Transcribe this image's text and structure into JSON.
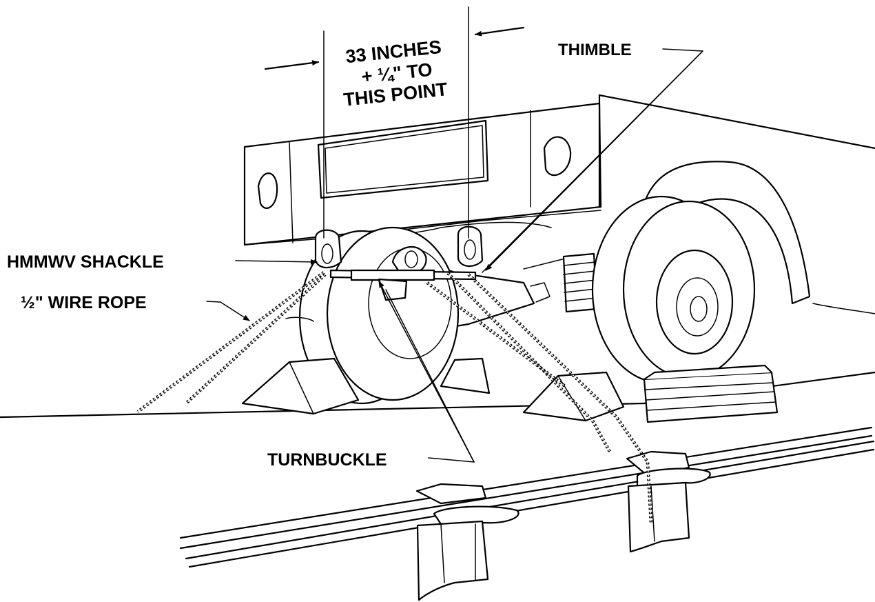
{
  "labels": {
    "dimension_line1": "33 INCHES",
    "dimension_line2": "+ ¼\" TO",
    "dimension_line3": "THIS POINT",
    "thimble": "THIMBLE",
    "hmmwv_shackle": "HMMWV SHACKLE",
    "wire_rope": "½\" WIRE ROPE",
    "turnbuckle": "TURNBUCKLE"
  },
  "colors": {
    "ink": "#000000",
    "paper": "#ffffff"
  }
}
